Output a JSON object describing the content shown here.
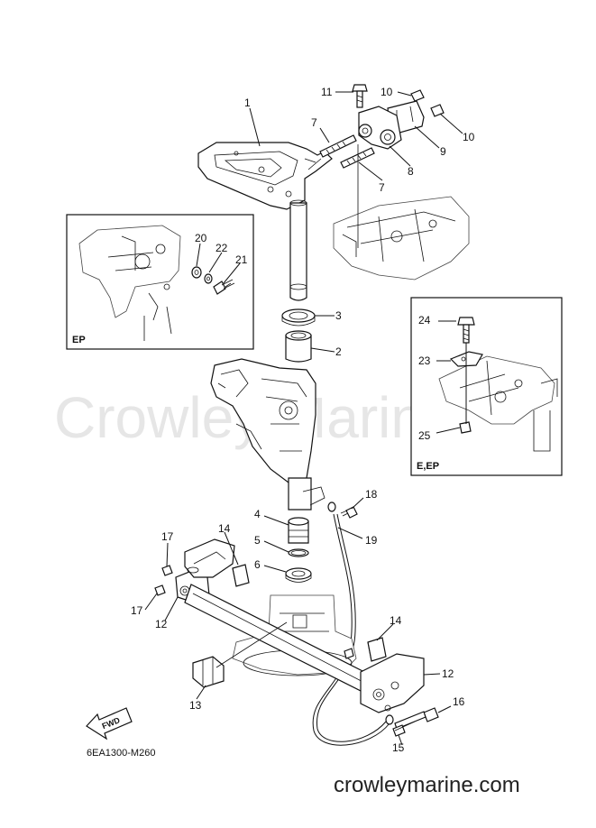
{
  "watermark": "Crowley Marine",
  "site_text": "crowleymarine.com",
  "diagram_code": "6EA1300-M260",
  "fwd_label": "FWD",
  "insets": [
    {
      "id": "ep",
      "label": "EP"
    },
    {
      "id": "e-ep",
      "label": "E,EP"
    }
  ],
  "callouts": [
    {
      "id": "c1",
      "text": "1"
    },
    {
      "id": "c2",
      "text": "2"
    },
    {
      "id": "c3",
      "text": "3"
    },
    {
      "id": "c4",
      "text": "4"
    },
    {
      "id": "c5",
      "text": "5"
    },
    {
      "id": "c6",
      "text": "6"
    },
    {
      "id": "c7a",
      "text": "7"
    },
    {
      "id": "c7b",
      "text": "7"
    },
    {
      "id": "c8",
      "text": "8"
    },
    {
      "id": "c9",
      "text": "9"
    },
    {
      "id": "c10a",
      "text": "10"
    },
    {
      "id": "c10b",
      "text": "10"
    },
    {
      "id": "c11",
      "text": "11"
    },
    {
      "id": "c12a",
      "text": "12"
    },
    {
      "id": "c12b",
      "text": "12"
    },
    {
      "id": "c13",
      "text": "13"
    },
    {
      "id": "c14a",
      "text": "14"
    },
    {
      "id": "c14b",
      "text": "14"
    },
    {
      "id": "c15",
      "text": "15"
    },
    {
      "id": "c16",
      "text": "16"
    },
    {
      "id": "c17a",
      "text": "17"
    },
    {
      "id": "c17b",
      "text": "17"
    },
    {
      "id": "c18",
      "text": "18"
    },
    {
      "id": "c19",
      "text": "19"
    },
    {
      "id": "c20",
      "text": "20"
    },
    {
      "id": "c21",
      "text": "21"
    },
    {
      "id": "c22",
      "text": "22"
    },
    {
      "id": "c23",
      "text": "23"
    },
    {
      "id": "c24",
      "text": "24"
    },
    {
      "id": "c25",
      "text": "25"
    }
  ]
}
